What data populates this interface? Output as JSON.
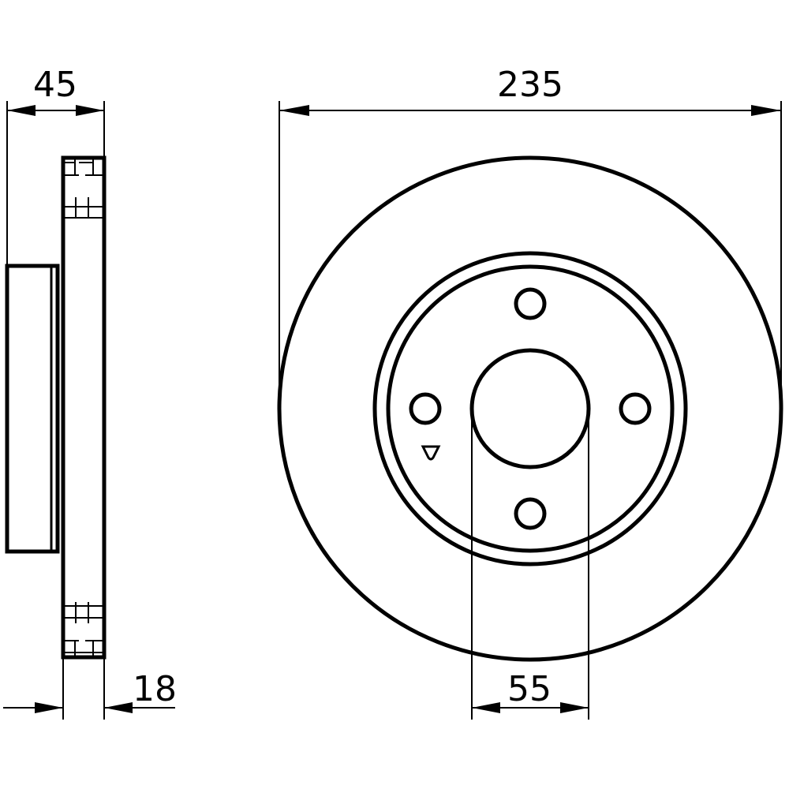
{
  "dimensions": {
    "overall_thickness": "45",
    "outer_diameter": "235",
    "disc_thickness": "18",
    "center_bore": "55"
  },
  "colors": {
    "line": "#000000",
    "background": "#ffffff"
  }
}
